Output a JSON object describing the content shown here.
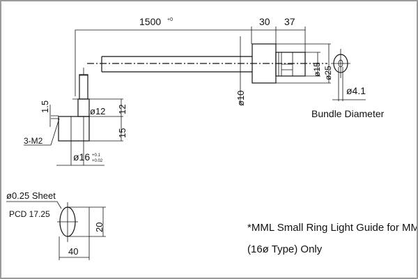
{
  "dimensions": {
    "length": "1500",
    "length_tol": "+0",
    "head_len": "30",
    "tip_len": "37",
    "dia_15": "ø15",
    "dia_25": "ø25",
    "dia_10": "ø10",
    "dia_12": "ø12",
    "h_12": "12",
    "h_15": "15",
    "h_1_5": "1.5",
    "screws": "3-M2",
    "dia_16": "ø16",
    "dia_16_tol_upper": "+0.1",
    "dia_16_tol_lower": "+0.02",
    "bundle_dia": "ø4.1",
    "sheet": "ø0.25 Sheet",
    "pcd": "PCD 17.25",
    "w_20": "20",
    "w_40": "40"
  },
  "labels": {
    "bundle_caption": "Bundle Diameter",
    "note_line1": "*MML Small Ring Light Guide for MML",
    "note_line2": "(16ø Type) Only"
  }
}
